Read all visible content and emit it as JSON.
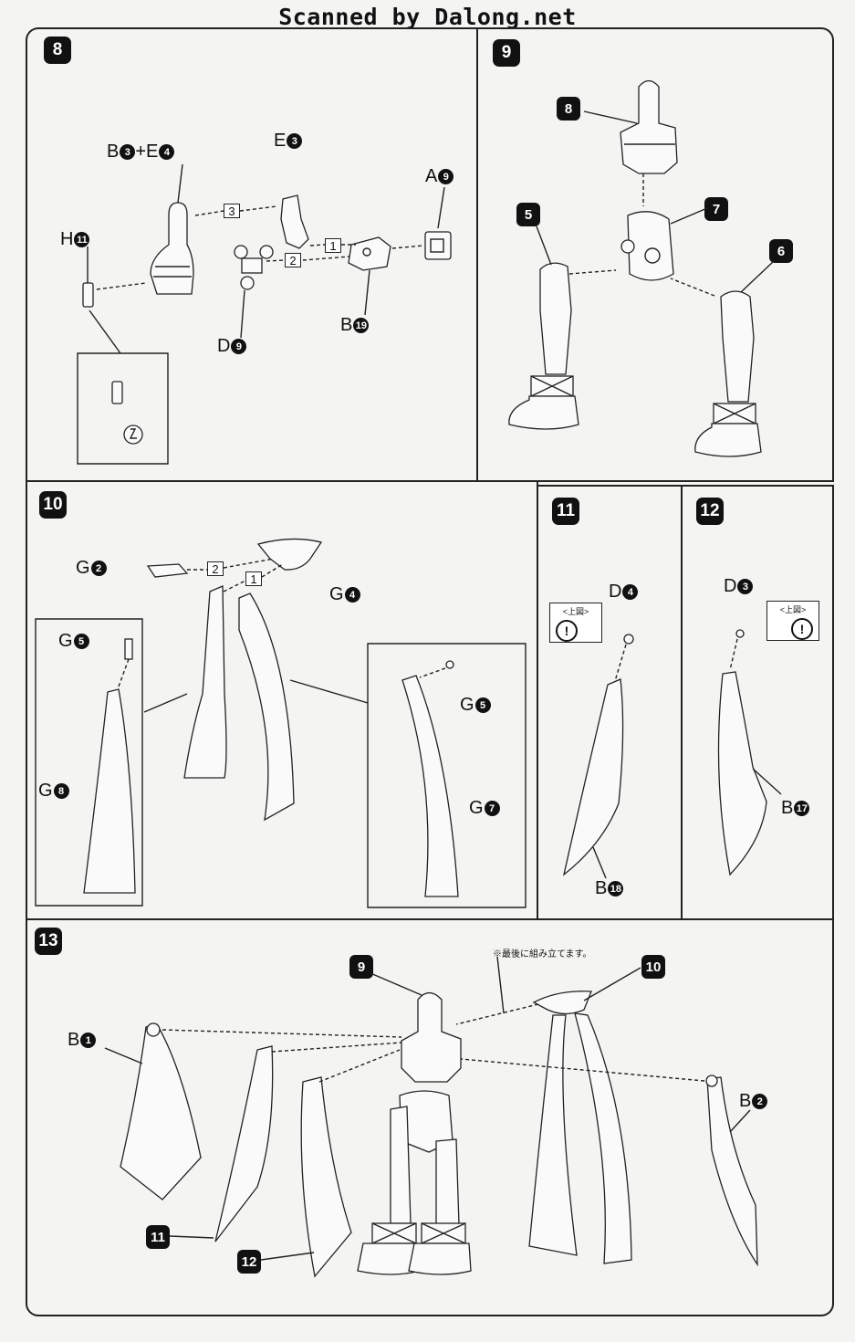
{
  "header": {
    "scan_credit": "Scanned by Dalong.net"
  },
  "steps": {
    "s8": {
      "badge": "8",
      "labels": {
        "b3e4": "B3+E4",
        "e3": "E3",
        "a9": "A9",
        "h11": "H11",
        "d9": "D9",
        "b19": "B19"
      },
      "subs": [
        "3",
        "1",
        "2"
      ]
    },
    "s9": {
      "badge": "9",
      "callouts": [
        "8",
        "5",
        "7",
        "6"
      ]
    },
    "s10": {
      "badge": "10",
      "labels": {
        "g2": "G2",
        "g4": "G4",
        "g5a": "G5",
        "g8": "G8",
        "g5b": "G5",
        "g7": "G7"
      },
      "subs": [
        "2",
        "1"
      ]
    },
    "s11": {
      "badge": "11",
      "labels": {
        "d4": "D4",
        "b18": "B18"
      },
      "warn": "<上図>"
    },
    "s12": {
      "badge": "12",
      "labels": {
        "d3": "D3",
        "b17": "B17"
      },
      "warn": "<上図>"
    },
    "s13": {
      "badge": "13",
      "labels": {
        "b1": "B1",
        "b2": "B2"
      },
      "callouts": [
        "9",
        "10",
        "11",
        "12"
      ],
      "note": "※最後に組み立てます。"
    }
  }
}
